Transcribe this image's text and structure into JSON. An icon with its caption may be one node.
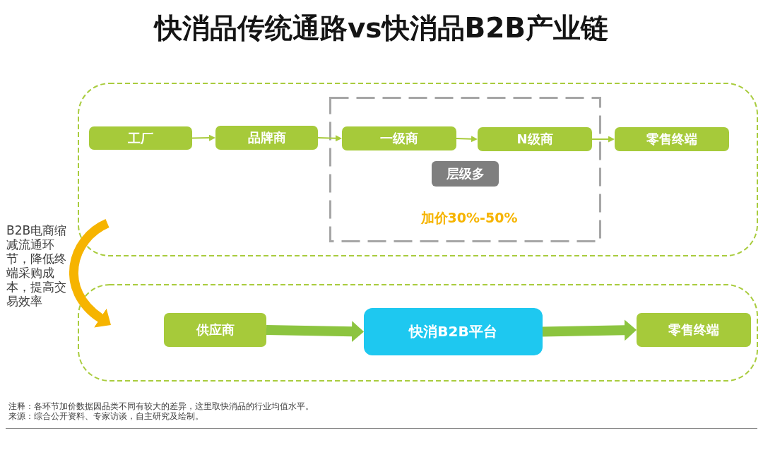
{
  "diagram": {
    "title": "快消品传统通路vs快消品B2B产业链",
    "nodes": [
      {
        "text": [],
        "shape": "box"
      },
      {
        "text": [
          "工厂"
        ],
        "in": 0
      },
      {
        "text": [
          "品牌商"
        ],
        "in": 0
      },
      {
        "text": [
          "加价30%-50%"
        ],
        "in": 0
      },
      {
        "text": [
          "一级商"
        ],
        "in": 3
      },
      {
        "text": [
          "N级商"
        ],
        "in": 3
      },
      {
        "text": [
          "层级多"
        ],
        "in": 3
      },
      {
        "text": [
          "零售终端"
        ],
        "in": 0
      },
      {
        "text": [],
        "shape": "box"
      },
      {
        "text": [
          "供应商"
        ],
        "in": 8
      },
      {
        "text": [
          "快消B2B平台"
        ],
        "in": 8
      },
      {
        "text": [
          "零售终端"
        ],
        "in": 8
      }
    ],
    "edges": [
      {
        "from": 1,
        "to": 2,
        "arrow": "to"
      },
      {
        "from": 2,
        "to": 4,
        "arrow": "to"
      },
      {
        "from": 4,
        "to": 5,
        "arrow": "to"
      },
      {
        "from": 5,
        "to": 7,
        "arrow": "to"
      },
      {
        "from": 9,
        "to": 10,
        "arrow": "to",
        "style": "thick",
        "color": "#8cc43f"
      },
      {
        "from": 10,
        "to": 11,
        "arrow": "to",
        "style": "thick",
        "color": "#8cc43f"
      }
    ],
    "labels": [
      "B2B电商缩减流通环节，降低终端采购成本，提高交易效率",
      "注释：各环节加价数据因品类不同有较大的差异，这里取快消品的行业均值水平。",
      "来源：综合公开资料、专家访谈，自主研究及绘制。"
    ]
  }
}
